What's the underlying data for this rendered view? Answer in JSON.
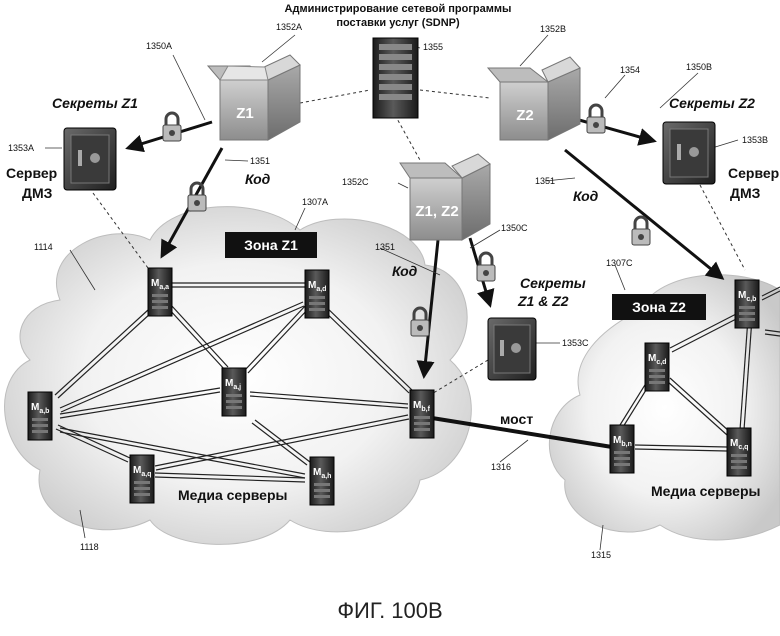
{
  "header": {
    "title_line1": "Администрирование сетевой программы",
    "title_line2": "поставки услуг (SDNP)",
    "admin_ref": "1355"
  },
  "boxes": {
    "a": {
      "label": "Z1",
      "ref": "1352A"
    },
    "b": {
      "label": "Z2",
      "ref": "1352B"
    },
    "c": {
      "label": "Z1, Z2",
      "ref": "1352C"
    }
  },
  "secrets": {
    "z1": {
      "label": "Секреты Z1",
      "ref": "1353A",
      "lock_ref": "1350A"
    },
    "z2": {
      "label": "Секреты Z2",
      "ref": "1353B",
      "lock_ref": "1350B",
      "lock_ref2": "1354"
    },
    "z1z2": {
      "line1": "Секреты",
      "line2": "Z1 & Z2",
      "ref": "1353C",
      "lock_ref": "1350C"
    }
  },
  "dmz_left": {
    "line1": "Сервер",
    "line2": "ДМЗ"
  },
  "dmz_right": {
    "line1": "Сервер",
    "line2": "ДМЗ"
  },
  "code_label": "Код",
  "code_ref": "1351",
  "zones": {
    "z1": {
      "label": "Зона Z1",
      "ref": "1307A"
    },
    "z2": {
      "label": "Зона Z2",
      "ref": "1307C"
    }
  },
  "clouds": {
    "left": {
      "ref_top": "1114",
      "ref_bottom": "1118",
      "caption": "Медиа серверы"
    },
    "right": {
      "ref_bottom": "1315",
      "caption": "Медиа серверы"
    }
  },
  "bridge": {
    "label": "мост",
    "ref": "1316"
  },
  "servers": {
    "ma_a": {
      "main": "M",
      "sub": "a,a"
    },
    "ma_d": {
      "main": "M",
      "sub": "a,d"
    },
    "ma_b": {
      "main": "M",
      "sub": "a,b"
    },
    "ma_j": {
      "main": "M",
      "sub": "a,j"
    },
    "ma_q": {
      "main": "M",
      "sub": "a,q"
    },
    "ma_h": {
      "main": "M",
      "sub": "a,h"
    },
    "mb_f": {
      "main": "M",
      "sub": "b,f"
    },
    "mc_b": {
      "main": "M",
      "sub": "c,b"
    },
    "mc_d": {
      "main": "M",
      "sub": "c,d"
    },
    "mb_n": {
      "main": "M",
      "sub": "b,n"
    },
    "mc_q": {
      "main": "M",
      "sub": "c,q"
    }
  },
  "figure_caption": "ФИГ. 100B"
}
